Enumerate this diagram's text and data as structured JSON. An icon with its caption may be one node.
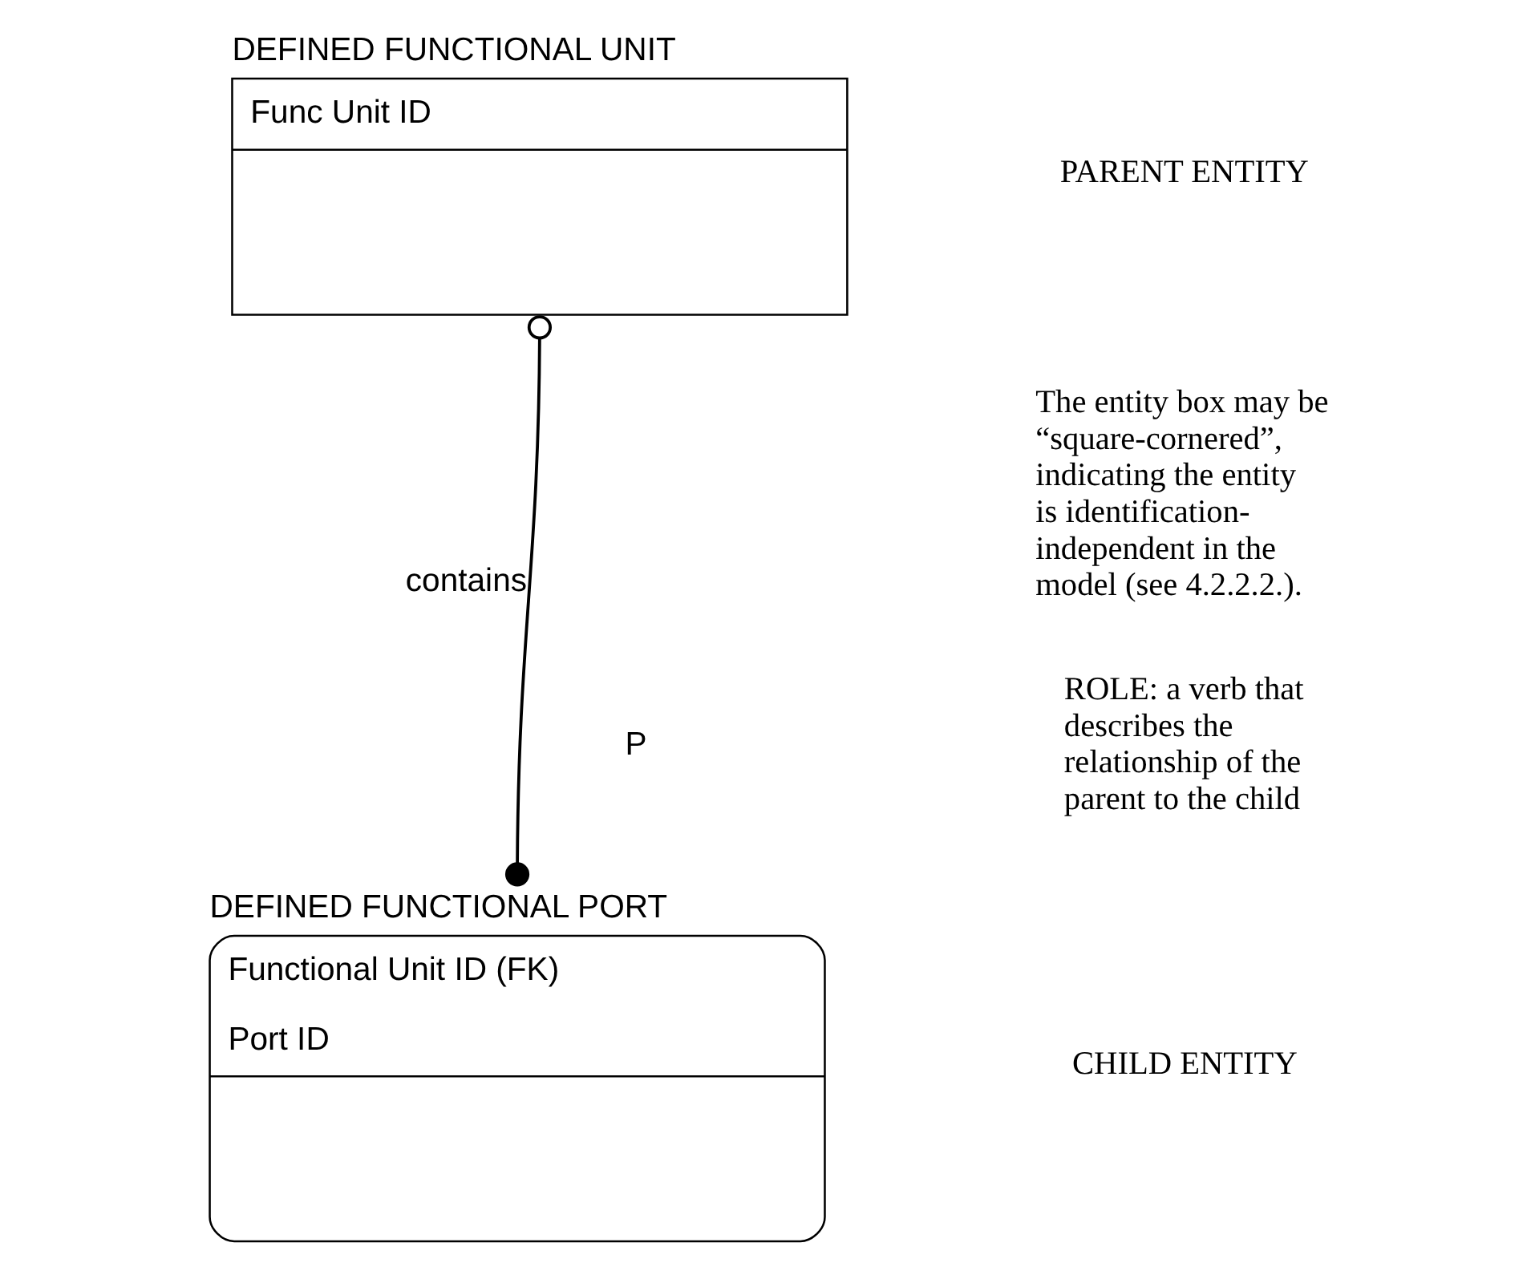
{
  "diagram": {
    "nodes": [
      {
        "text": [
          "DEFINED FUNCTIONAL UNIT",
          "Func Unit ID"
        ]
      },
      {
        "text": [
          "DEFINED FUNCTIONAL PORT",
          "Functional Unit ID (FK)",
          "Port ID"
        ]
      }
    ],
    "edges": [
      {
        "from": 0,
        "to": 1,
        "arrow": "other",
        "label": "contains"
      }
    ],
    "labels": [
      "PARENT ENTITY",
      "The entity box may be “square-cornered”, indicating the entity is identification-independent in the model (see 4.2.2.2.).",
      "P",
      "ROLE: a verb that describes the relationship of the parent to the child",
      "CHILD ENTITY"
    ]
  }
}
